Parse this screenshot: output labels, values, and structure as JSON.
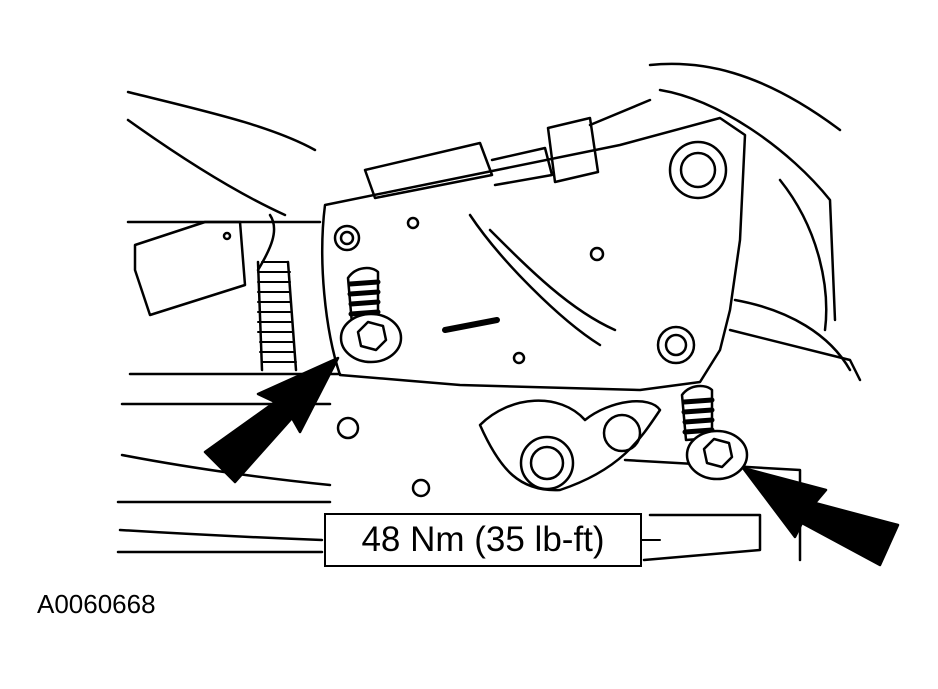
{
  "callout": {
    "torque": "48 Nm (35 lb-ft)"
  },
  "figure": {
    "id": "A0060668"
  },
  "colors": {
    "line": "#000000",
    "background": "#ffffff"
  },
  "icons": {
    "bolts": "hex-socket-bolt",
    "arrows": "pointer-arrow"
  }
}
